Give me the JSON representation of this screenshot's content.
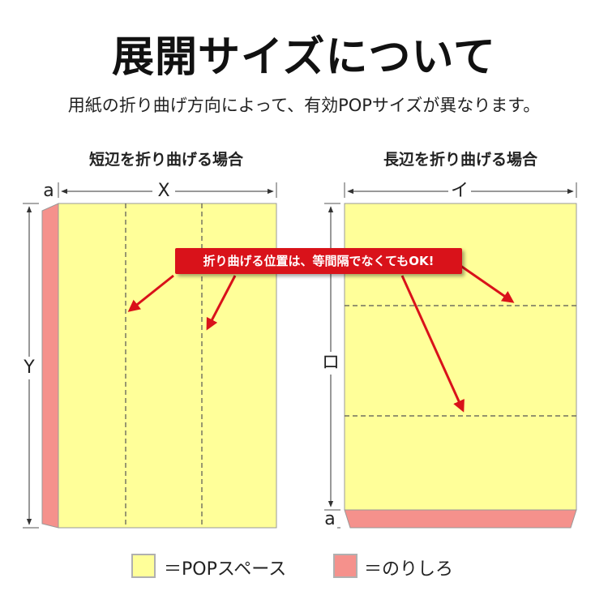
{
  "title": "展開サイズについて",
  "subtitle": "用紙の折り曲げ方向によって、有効POPサイズが異なります。",
  "left_case": {
    "label": "短辺を折り曲げる場合",
    "dim_glue": "a",
    "dim_width": "X",
    "dim_height": "Y"
  },
  "right_case": {
    "label": "長辺を折り曲げる場合",
    "dim_width": "イ",
    "dim_height": "ロ",
    "dim_glue": "a"
  },
  "callout": "折り曲げる位置は、等間隔でなくてもOK!",
  "legend": {
    "pop_label": "＝POPスペース",
    "glue_label": "＝のりしろ"
  },
  "colors": {
    "pop_space": "#ffff99",
    "glue_margin": "#f5918c",
    "callout_bg": "#d9121a",
    "arrow": "#d9121a"
  }
}
